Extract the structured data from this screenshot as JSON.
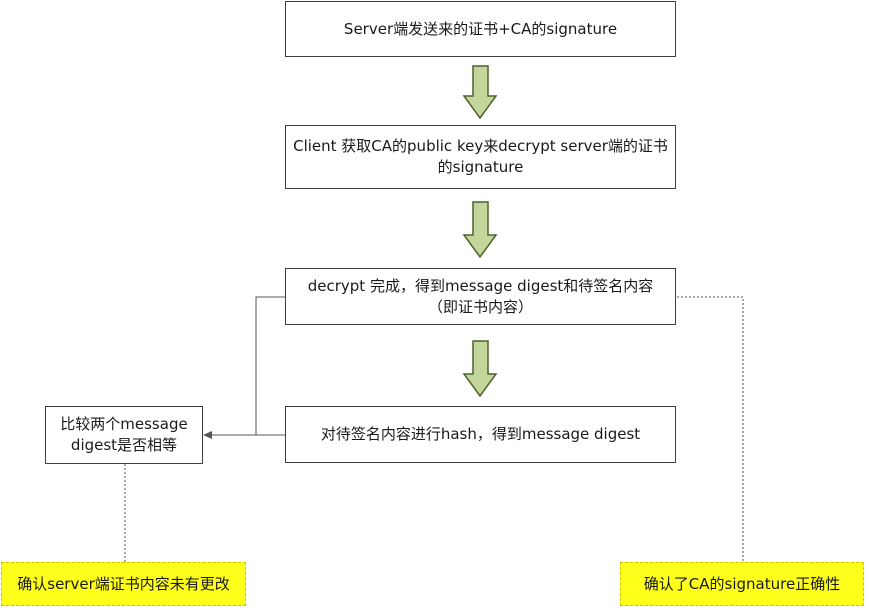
{
  "steps": [
    {
      "lines": [
        "Server端发送来的证书+CA的signature"
      ]
    },
    {
      "lines": [
        "Client 获取CA的public key来decrypt server端的证书",
        "的signature"
      ]
    },
    {
      "lines": [
        "decrypt 完成，得到message digest和待签名内容",
        "（即证书内容）"
      ]
    },
    {
      "lines": [
        "对待签名内容进行hash，得到message digest"
      ]
    }
  ],
  "compare": {
    "lines": [
      "比较两个message",
      "digest是否相等"
    ]
  },
  "notes": {
    "left": "确认server端证书内容未有更改",
    "right": "确认了CA的signature正确性"
  },
  "colors": {
    "arrow_fill": "#c3d69b",
    "arrow_stroke": "#4f6228",
    "note_fill": "#ffff1c",
    "box_border": "#3f3f3f"
  }
}
